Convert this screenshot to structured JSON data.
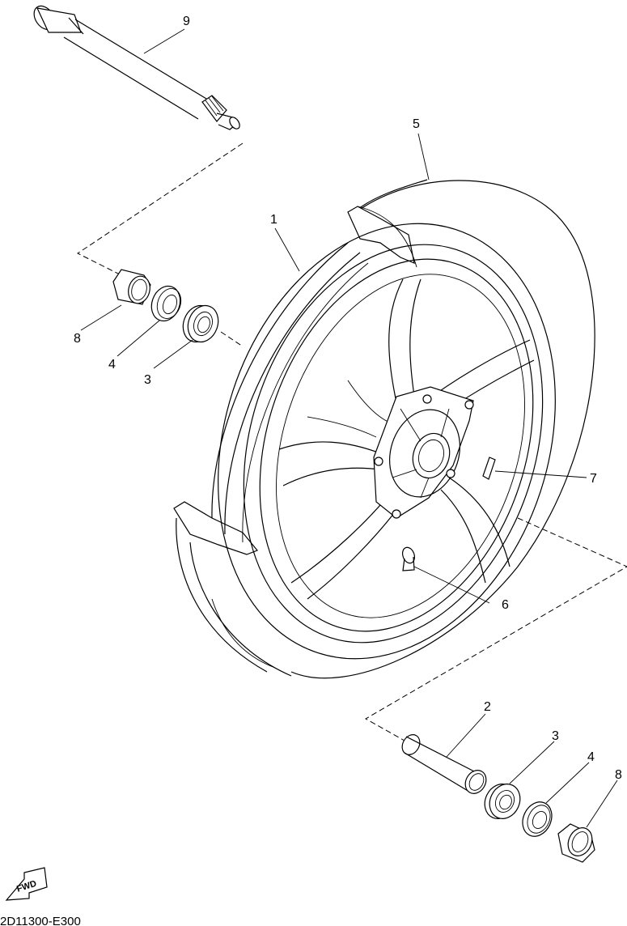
{
  "diagram": {
    "code": "2D11300-E300",
    "fwd_label": "FWD",
    "callouts": {
      "c1": "1",
      "c2": "2",
      "c3a": "3",
      "c3b": "3",
      "c4a": "4",
      "c4b": "4",
      "c5": "5",
      "c6": "6",
      "c7": "7",
      "c8a": "8",
      "c8b": "8",
      "c9": "9"
    },
    "icons": {
      "fwd_arrow": "fwd-arrow-icon"
    }
  }
}
